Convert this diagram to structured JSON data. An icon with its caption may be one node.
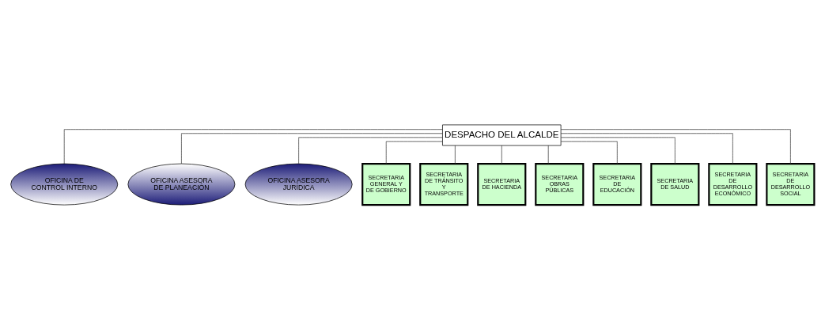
{
  "diagram": {
    "nodes": [
      {
        "text": [
          "DESPACHO DEL ALCALDE"
        ]
      },
      {
        "text": [
          "OFICINA DE CONTROL INTERNO"
        ]
      },
      {
        "text": [
          "OFICINA ASESORA DE PLANEACIÒN"
        ]
      },
      {
        "text": [
          "OFICINA ASESORA JURÍDICA"
        ]
      },
      {
        "text": [
          "SECRETARIA GENERAL Y DE GOBIERNO"
        ]
      },
      {
        "text": [
          "SECRETARIA DE TRÁNSITO Y TRANSPORTE"
        ]
      },
      {
        "text": [
          "SECRETARIA DE HACIENDA"
        ]
      },
      {
        "text": [
          "SECRETARIA OBRAS PÚBLICAS"
        ]
      },
      {
        "text": [
          "SECRETARIA DE EDUCACIÓN"
        ]
      },
      {
        "text": [
          "SECRETARIA DE SALUD"
        ]
      },
      {
        "text": [
          "SECRETARIA DE DESARROLLO ECONÓMICO"
        ]
      },
      {
        "text": [
          "SECRETARIA DE DESARROLLO SOCIAL"
        ]
      }
    ],
    "edges": [
      {
        "from": 0,
        "to": 1,
        "arrow": "none"
      },
      {
        "from": 0,
        "to": 2,
        "arrow": "none"
      },
      {
        "from": 0,
        "to": 3,
        "arrow": "none"
      },
      {
        "from": 0,
        "to": 4,
        "arrow": "none"
      },
      {
        "from": 0,
        "to": 5,
        "arrow": "none"
      },
      {
        "from": 0,
        "to": 6,
        "arrow": "none"
      },
      {
        "from": 0,
        "to": 7,
        "arrow": "none"
      },
      {
        "from": 0,
        "to": 8,
        "arrow": "none"
      },
      {
        "from": 0,
        "to": 9,
        "arrow": "none"
      },
      {
        "from": 0,
        "to": 10,
        "arrow": "none"
      },
      {
        "from": 0,
        "to": 11,
        "arrow": "none"
      }
    ]
  }
}
